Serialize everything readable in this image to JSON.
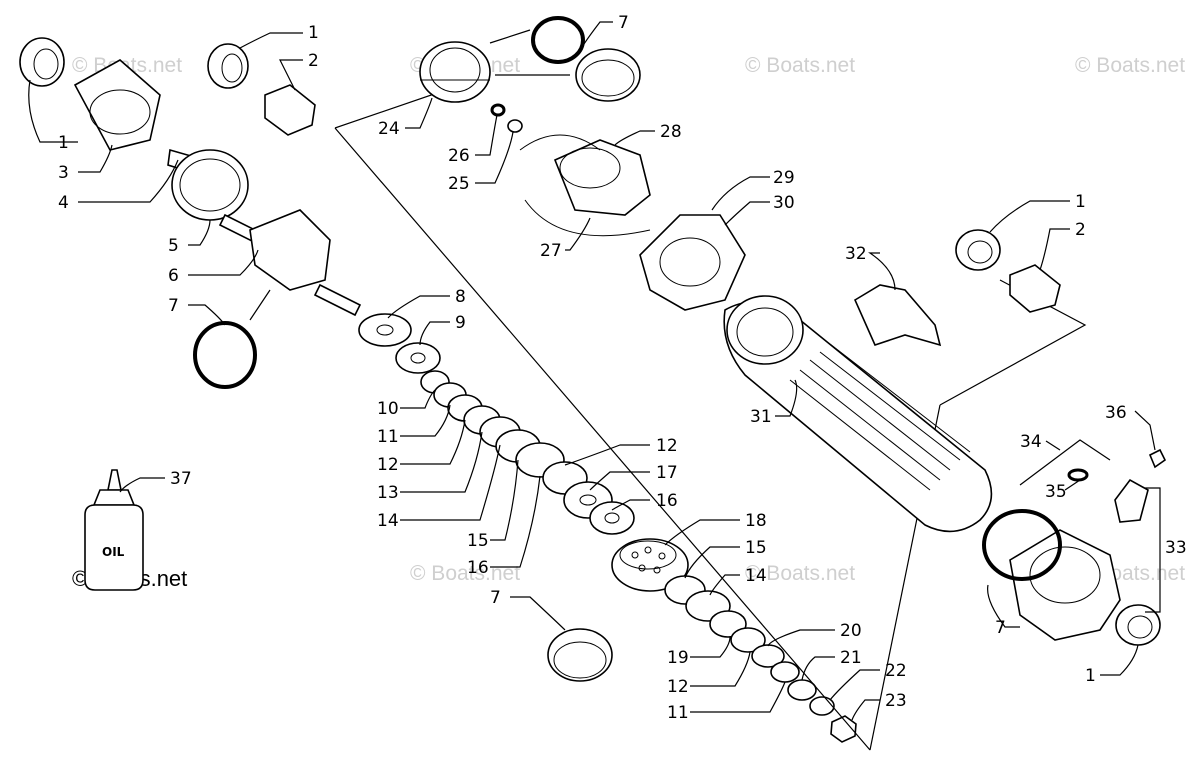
{
  "watermarks": {
    "light": "© Boats.net",
    "bottom_left": "© Boats.net"
  },
  "oil_bottle_label": "OIL",
  "labels": {
    "l1a": "1",
    "l2a": "2",
    "l1b": "1",
    "l3": "3",
    "l4": "4",
    "l5": "5",
    "l6": "6",
    "l7a": "7",
    "l8": "8",
    "l9": "9",
    "l10": "10",
    "l11a": "11",
    "l12a": "12",
    "l13": "13",
    "l14a": "14",
    "l15a": "15",
    "l16a": "16",
    "l7b": "7",
    "l12b": "12",
    "l17": "17",
    "l16b": "16",
    "l18": "18",
    "l15b": "15",
    "l14b": "14",
    "l20": "20",
    "l19": "19",
    "l21": "21",
    "l12c": "12",
    "l22": "22",
    "l11b": "11",
    "l23": "23",
    "l7c": "7",
    "l24": "24",
    "l26": "26",
    "l25": "25",
    "l28": "28",
    "l27": "27",
    "l29": "29",
    "l30": "30",
    "l32": "32",
    "l31": "31",
    "l1c": "1",
    "l2b": "2",
    "l36": "36",
    "l34": "34",
    "l35": "35",
    "l33": "33",
    "l7d": "7",
    "l1d": "1",
    "l37": "37"
  }
}
